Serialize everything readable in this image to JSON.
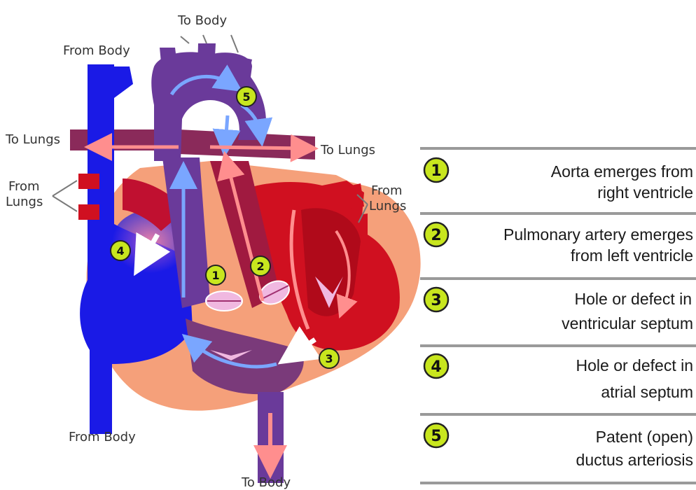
{
  "labels": {
    "to_body_top": "To Body",
    "from_body_top": "From Body",
    "to_lungs_left": "To Lungs",
    "to_lungs_right": "To Lungs",
    "from_lungs_left": [
      "From",
      "Lungs"
    ],
    "from_lungs_right": [
      "From",
      "Lungs"
    ],
    "from_body_bottom": "From Body",
    "to_body_bottom": "To Body"
  },
  "markers": [
    {
      "num": "1"
    },
    {
      "num": "2"
    },
    {
      "num": "3"
    },
    {
      "num": "4"
    },
    {
      "num": "5"
    }
  ],
  "legend": [
    {
      "num": "1",
      "lines": [
        "Aorta emerges from",
        "right ventricle"
      ]
    },
    {
      "num": "2",
      "lines": [
        "Pulmonary artery emerges",
        "from left ventricle"
      ]
    },
    {
      "num": "3",
      "lines": [
        "Hole or defect in",
        "ventricular septum"
      ]
    },
    {
      "num": "4",
      "lines": [
        "Hole or defect in",
        "atrial septum"
      ]
    },
    {
      "num": "5",
      "lines": [
        "Patent (open)",
        "ductus arteriosis"
      ]
    }
  ],
  "colors": {
    "deoxygenated": "#1a1ae6",
    "oxygenated": "#d01020",
    "mixed": "#6a3a9a",
    "outer_tissue": "#f5a07a",
    "badge": "#c8e61e",
    "valve": "#f0b8e0"
  }
}
